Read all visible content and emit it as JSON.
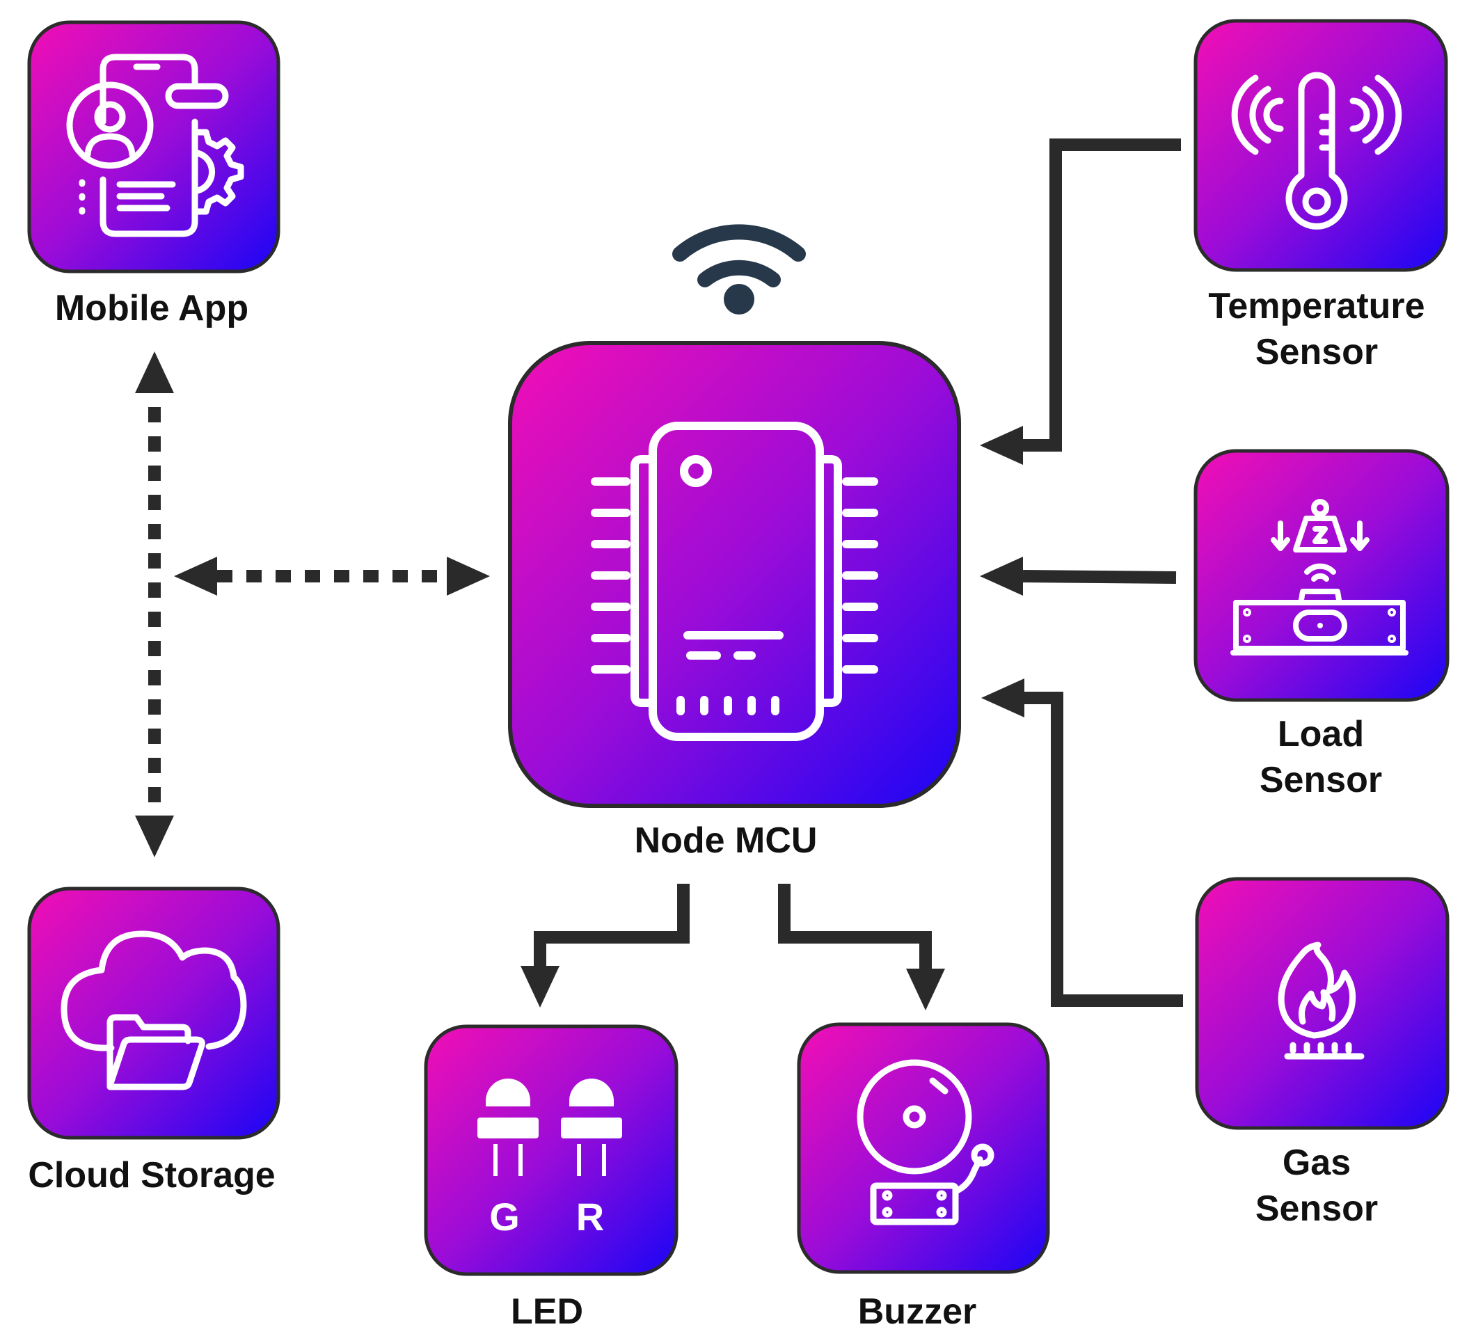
{
  "nodes": {
    "mobile_app": {
      "label": "Mobile App",
      "icon": "mobile-app-icon"
    },
    "cloud_storage": {
      "label": "Cloud Storage",
      "icon": "cloud-folder-icon"
    },
    "node_mcu": {
      "label": "Node MCU",
      "icon": "microcontroller-chip-icon"
    },
    "temperature_sensor": {
      "line1": "Temperature",
      "line2": "Sensor",
      "icon": "thermometer-icon"
    },
    "load_sensor": {
      "line1": "Load",
      "line2": "Sensor",
      "icon": "load-scale-icon"
    },
    "gas_sensor": {
      "line1": "Gas",
      "line2": "Sensor",
      "icon": "gas-flame-icon"
    },
    "led": {
      "label": "LED",
      "icon": "led-pair-icon",
      "led_left": "G",
      "led_right": "R"
    },
    "buzzer": {
      "label": "Buzzer",
      "icon": "alarm-bell-icon"
    }
  },
  "wifi_icon": "wifi-icon",
  "colors": {
    "gradient_start": "#f20fb4",
    "gradient_mid": "#9b0cd8",
    "gradient_end": "#1a05f5",
    "tile_border": "#2b2b2b",
    "connector": "#2a2a2a",
    "wifi": "#27384a"
  }
}
